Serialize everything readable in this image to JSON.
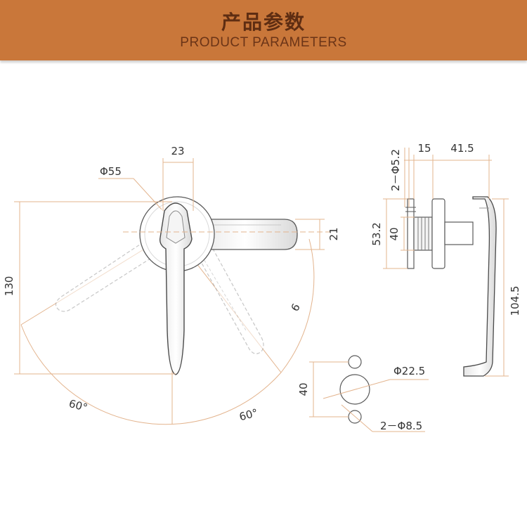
{
  "banner": {
    "title": "产品参数",
    "subtitle": "PRODUCT PARAMETERS"
  },
  "dimensions": {
    "handle_width": "23",
    "rosette_diameter": "Φ55",
    "overall_height": "130",
    "lever_thickness": "21",
    "rotation_mark": "6",
    "angle_left": "60°",
    "angle_right": "60°",
    "side_pin_hole": "2－Φ5.2",
    "side_depth": "15",
    "side_projection": "41.5",
    "side_plate_height": "53.2",
    "side_body_height": "40",
    "side_handle_length": "104.5",
    "cutout_spacing": "40",
    "cutout_center_hole": "Φ22.5",
    "cutout_small_holes": "2－Φ8.5"
  },
  "colors": {
    "banner": "#c9773a",
    "dimension_line": "#e3b48e",
    "outline": "#5a5a5a"
  }
}
